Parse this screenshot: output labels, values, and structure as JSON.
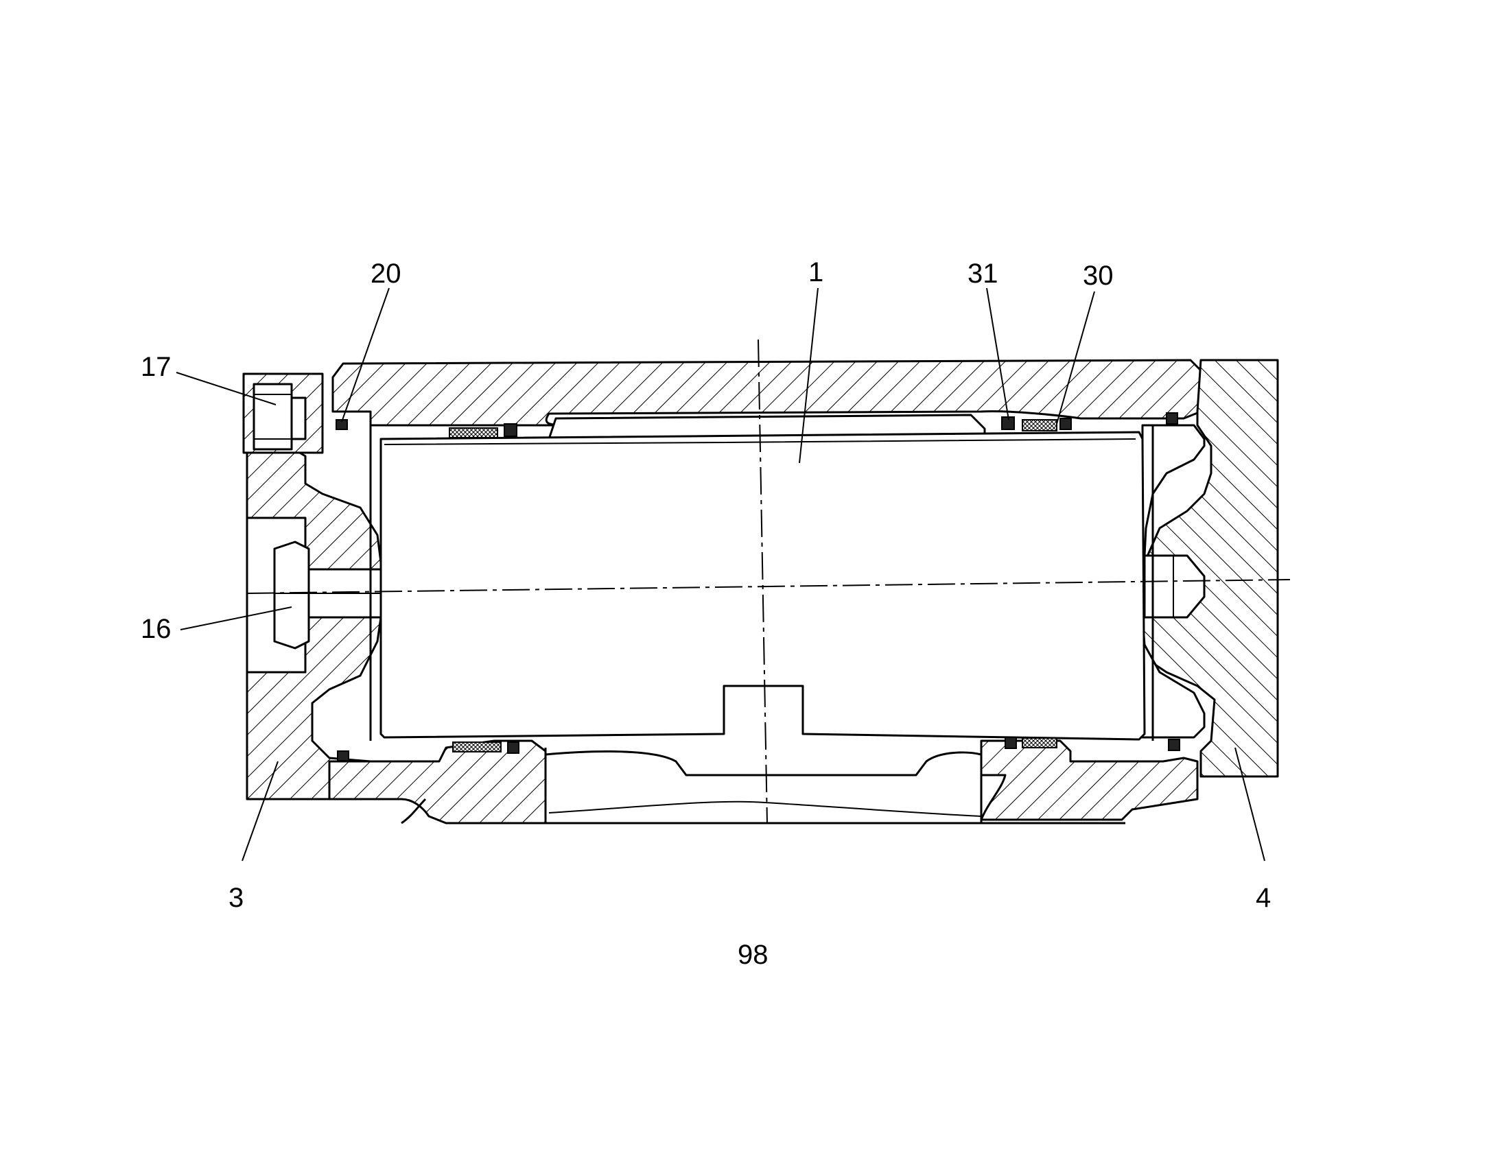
{
  "figure": {
    "page_number": "98",
    "labels": [
      {
        "id": "1",
        "text": "1"
      },
      {
        "id": "3",
        "text": "3"
      },
      {
        "id": "4",
        "text": "4"
      },
      {
        "id": "16",
        "text": "16"
      },
      {
        "id": "17",
        "text": "17"
      },
      {
        "id": "20",
        "text": "20"
      },
      {
        "id": "30",
        "text": "30"
      },
      {
        "id": "31",
        "text": "31"
      }
    ]
  },
  "colors": {
    "ink": "#000000",
    "paper": "#ffffff"
  }
}
